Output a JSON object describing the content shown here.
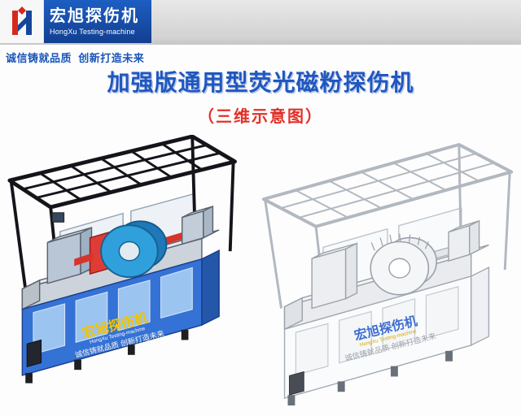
{
  "header": {
    "logo": {
      "icon": "hongxu-h-logo-icon",
      "brand_cn": "宏旭探伤机",
      "brand_en": "HongXu Testing-machine"
    },
    "slogan": "诚信铸就品质  创新打造未来"
  },
  "content": {
    "title": "加强版通用型荧光磁粉探伤机",
    "subtitle": "（三维示意图）"
  },
  "figures": {
    "left": {
      "description": "colored 3D render of detector",
      "watermark": {
        "brand_cn": "宏旭探伤机",
        "brand_en": "HongXu Testing-machine",
        "slogan": "诚信铸就品质 创新打造未来"
      }
    },
    "right": {
      "description": "line-art 3D render of detector",
      "watermark": {
        "brand_cn": "宏旭探伤机",
        "brand_en": "HongXu Testing-machine",
        "slogan": "诚信铸就品质 创新打造未来"
      }
    }
  },
  "colors": {
    "brand_blue": "#123f90",
    "title_blue": "#2057c0",
    "subtitle_red": "#e23128",
    "slogan_blue": "#1a55b8",
    "cabinet_blue": "#3572d6",
    "coil_blue": "#2fa0dc",
    "accent_red": "#d8342c",
    "watermark_yellow": "#f2c300",
    "lineart_gray": "#9aa1a9",
    "header_band_gray": "#d2d2d2"
  }
}
